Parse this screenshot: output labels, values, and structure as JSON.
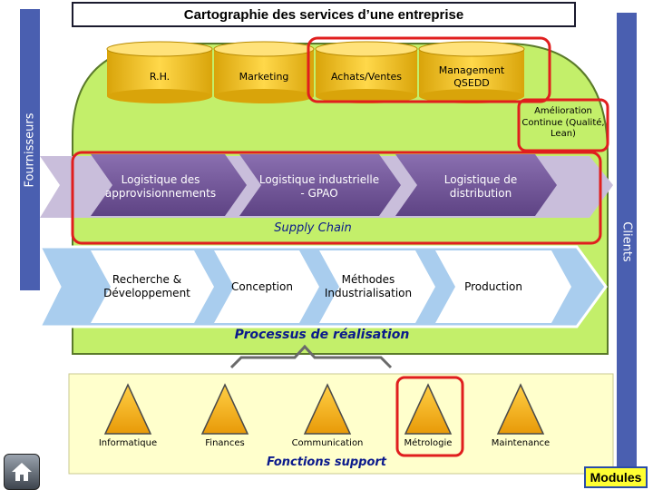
{
  "title": "Cartographie des services d’une entreprise",
  "sides": {
    "left": "Fournisseurs",
    "right": "Clients"
  },
  "management": [
    {
      "label": "R.H."
    },
    {
      "label": "Marketing"
    },
    {
      "label": "Achats/Ventes"
    },
    {
      "label": "Management QSEDD"
    }
  ],
  "amelioration": "Amélioration Continue (Qualité, Lean)",
  "supply_chain": {
    "title": "Supply Chain",
    "items": [
      "Logistique des approvisionnements",
      "Logistique industrielle - GPAO",
      "Logistique de distribution"
    ]
  },
  "realisation": {
    "title": "Processus de réalisation",
    "items": [
      "Recherche & Développement",
      "Conception",
      "Méthodes Industrialisation",
      "Production"
    ]
  },
  "support": {
    "title": "Fonctions support",
    "items": [
      "Informatique",
      "Finances",
      "Communication",
      "Métrologie",
      "Maintenance"
    ]
  },
  "buttons": {
    "modules": "Modules"
  },
  "icons": {
    "home": "home-icon"
  },
  "colors": {
    "cylinder": "#f2c21a",
    "green": "#c3ef6a",
    "chevron": "#7a5fa0",
    "supply_band": "#c9bedb",
    "realisation_band": "#a9cdee",
    "support_bg": "#ffffcc",
    "triangle": "#f5b21b",
    "highlight": "#e01e1e",
    "side_bar": "#4a5fb0"
  }
}
